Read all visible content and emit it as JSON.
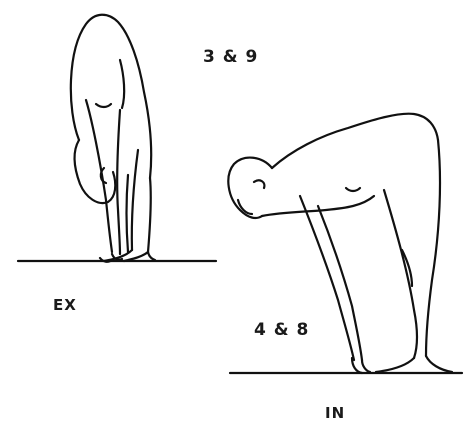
{
  "labels": {
    "figure1_steps": "3 & 9",
    "figure2_steps": "4 & 8",
    "figure1_breath": "EX",
    "figure2_breath": "IN"
  },
  "colors": {
    "ink": "#111111",
    "background": "#ffffff"
  }
}
